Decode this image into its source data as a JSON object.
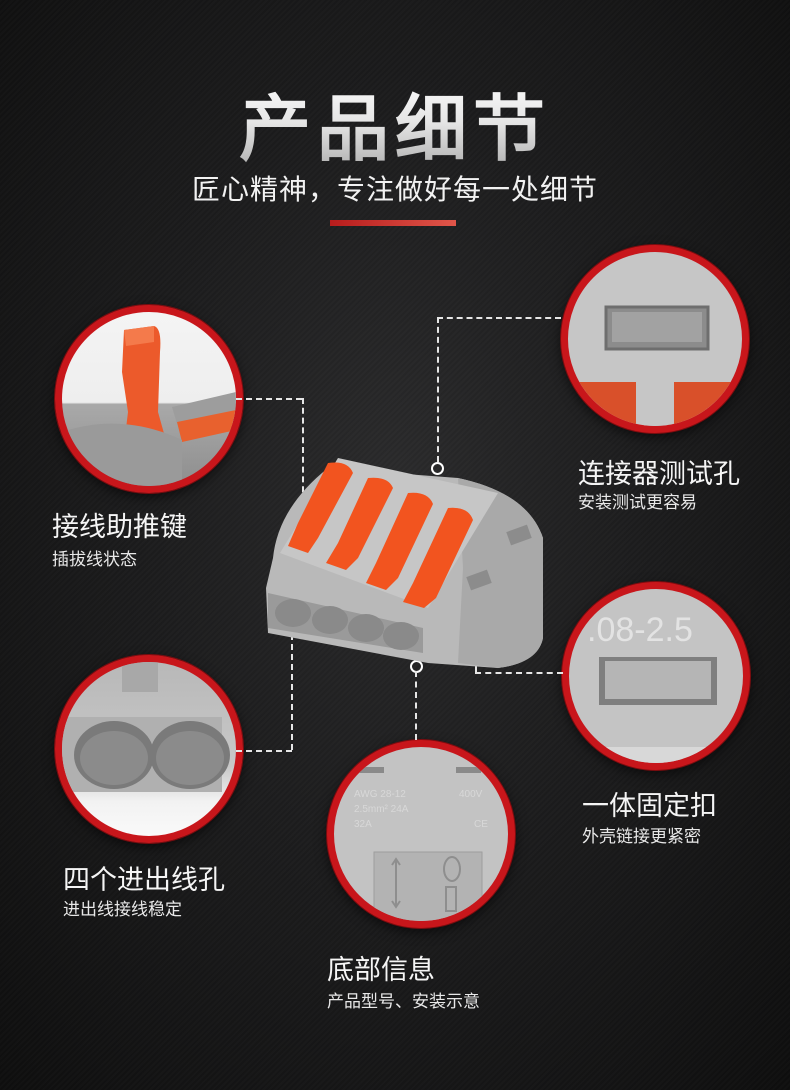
{
  "header": {
    "title": "产品细节",
    "subtitle": "匠心精神，专注做好每一处细节"
  },
  "colors": {
    "background": "#1c1c1d",
    "accent_red": "#c8161b",
    "connector_gray": "#bdbdbd",
    "lever_orange": "#f2541f"
  },
  "features": [
    {
      "title": "接线助推键",
      "subtitle": "插拔线状态",
      "icon": "lever-closeup"
    },
    {
      "title": "连接器测试孔",
      "subtitle": "安装测试更容易",
      "icon": "test-hole-closeup"
    },
    {
      "title": "一体固定扣",
      "subtitle": "外壳链接更紧密",
      "icon": "fixing-clip-closeup",
      "marking": ".08-2.5"
    },
    {
      "title": "四个进出线孔",
      "subtitle": "进出线接线稳定",
      "icon": "wire-holes-closeup"
    },
    {
      "title": "底部信息",
      "subtitle": "产品型号、安装示意",
      "icon": "bottom-label-closeup",
      "markings": [
        "AWG 28-12",
        "400V",
        "2.5mm² 24A",
        "CE",
        "32A"
      ]
    }
  ]
}
